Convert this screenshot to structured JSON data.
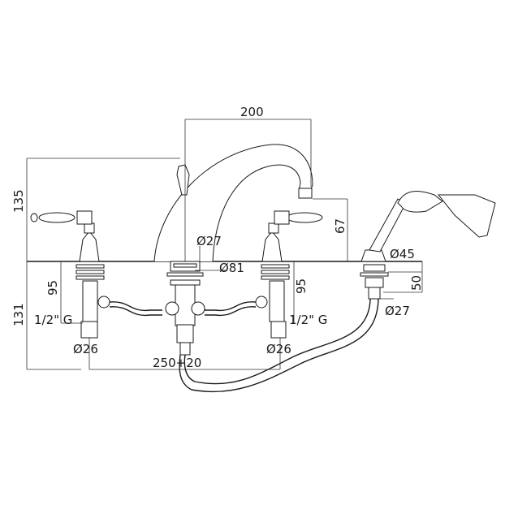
{
  "dimensions": {
    "spout_spread": "200",
    "total_height": "135",
    "spout_height": "67",
    "spout_diameter": "Ø27",
    "base_diameter": "Ø81",
    "under_deck": "131",
    "valve_depth_left": "95",
    "valve_depth_right": "95",
    "thread_left": "1/2\" G",
    "thread_right": "1/2\" G",
    "valve_diameter_left": "Ø26",
    "valve_diameter_right": "Ø26",
    "center_spread": "250+20",
    "shower_holder_diameter": "Ø45",
    "shower_holder_depth": "50",
    "shower_outlet_diameter": "Ø27"
  }
}
